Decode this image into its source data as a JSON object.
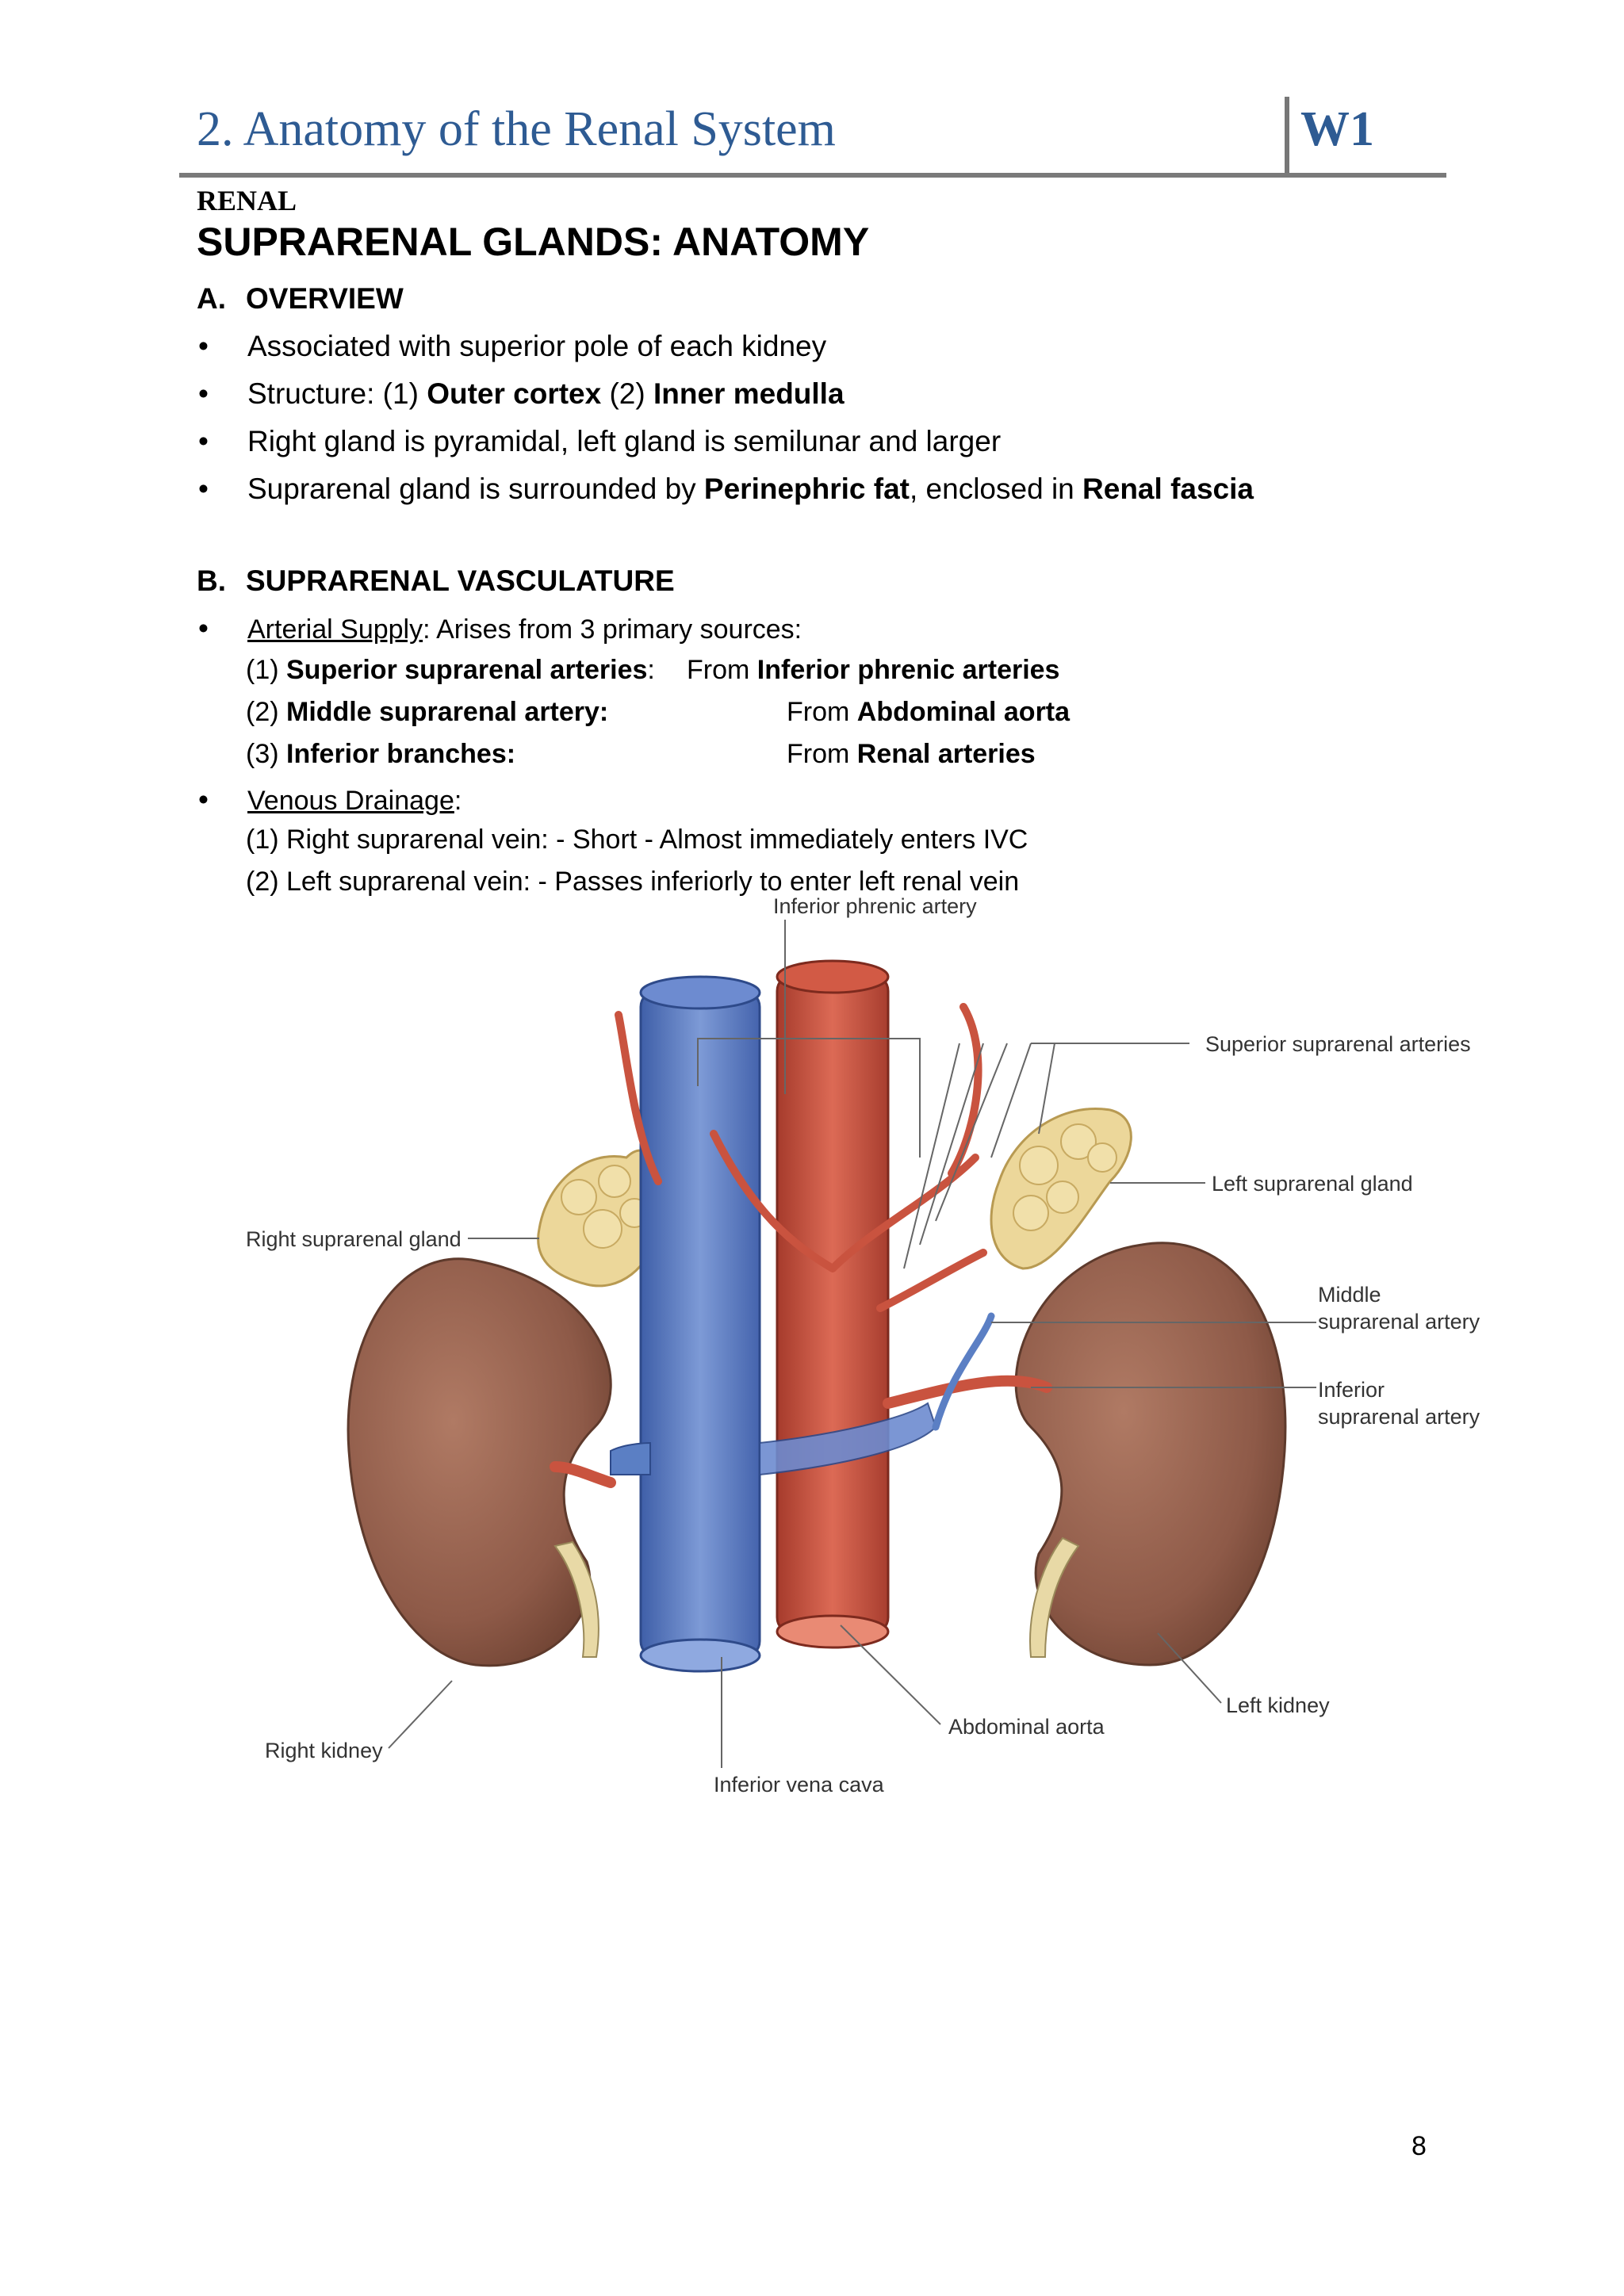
{
  "header": {
    "title": "2. Anatomy of the Renal System",
    "week": "W1"
  },
  "section_tag": "RENAL",
  "page_title": "SUPRARENAL GLANDS: ANATOMY",
  "overview": {
    "heading_num": "A.",
    "heading": "OVERVIEW",
    "bullets": {
      "b1": "Associated with superior pole of each kidney",
      "b2_pre": "Structure: (1) ",
      "b2_bold1": "Outer cortex",
      "b2_mid": " (2) ",
      "b2_bold2": "Inner medulla",
      "b3": "Right gland is pyramidal, left gland is semilunar and larger",
      "b4_pre": "Suprarenal gland is surrounded by ",
      "b4_bold1": "Perinephric fat",
      "b4_mid": ", enclosed in ",
      "b4_bold2": "Renal fascia"
    }
  },
  "vasculature": {
    "heading_num": "B.",
    "heading": "SUPRARENAL VASCULATURE",
    "arterial_label": "Arterial Supply",
    "arterial_text": ": Arises from 3 primary sources:",
    "arteries": [
      {
        "num": "(1) ",
        "name": "Superior suprarenal arteries",
        "sep": ":",
        "from": "From ",
        "source": "Inferior phrenic arteries"
      },
      {
        "num": "(2) ",
        "name": "Middle suprarenal artery:",
        "sep": "",
        "from": "From ",
        "source": "Abdominal aorta"
      },
      {
        "num": "(3) ",
        "name": "Inferior branches:",
        "sep": "",
        "from": "From ",
        "source": "Renal arteries"
      }
    ],
    "venous_label": "Venous Drainage",
    "venous_colon": ":",
    "veins": [
      "(1) Right suprarenal vein: - Short - Almost immediately enters IVC",
      "(2) Left suprarenal vein: - Passes inferiorly to enter left renal vein"
    ]
  },
  "figure_labels": {
    "inferior_phrenic": "Inferior phrenic artery",
    "superior_suprarenal": "Superior suprarenal arteries",
    "left_gland": "Left suprarenal gland",
    "right_gland": "Right suprarenal gland",
    "middle_1": "Middle",
    "middle_2": "suprarenal artery",
    "inferior_1": "Inferior",
    "inferior_2": "suprarenal artery",
    "left_kidney": "Left kidney",
    "abdominal_aorta": "Abdominal aorta",
    "right_kidney": "Right kidney",
    "ivc": "Inferior vena cava"
  },
  "colors": {
    "heading_blue": "#2e5b93",
    "vein_blue": "#5b7fc4",
    "artery_red": "#c9533f",
    "kidney_brown": "#8e5a48",
    "gland_yellow": "#ecd79a"
  },
  "page_number": "8"
}
